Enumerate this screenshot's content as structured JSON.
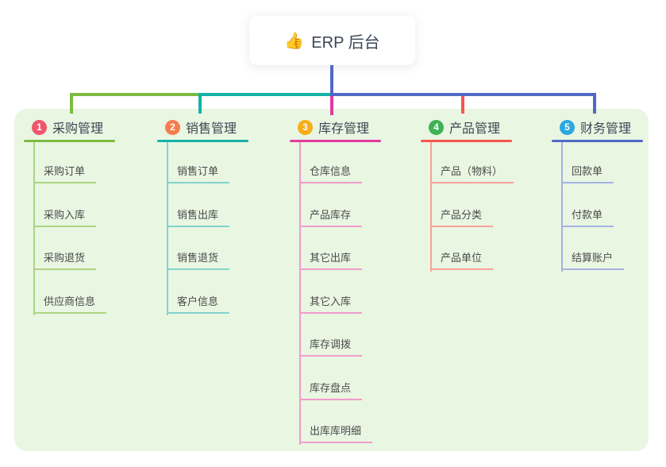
{
  "root": {
    "icon": "👍",
    "title": "ERP 后台"
  },
  "colors": {
    "page_bg": "#ffffff",
    "panel_bg": "#e9f6e2",
    "root_connector": "#5168c8",
    "title_text": "#3d4855",
    "child_text": "#4a4a4a"
  },
  "branches": [
    {
      "num": "1",
      "label": "采购管理",
      "badge_color": "#f0566c",
      "line_color": "#7dbb40",
      "child_line_color": "#acd57f",
      "children": [
        "采购订单",
        "采购入库",
        "采购退货",
        "供应商信息"
      ]
    },
    {
      "num": "2",
      "label": "销售管理",
      "badge_color": "#f67c4d",
      "line_color": "#14b3a6",
      "child_line_color": "#82d4cb",
      "children": [
        "销售订单",
        "销售出库",
        "销售退货",
        "客户信息"
      ]
    },
    {
      "num": "3",
      "label": "库存管理",
      "badge_color": "#f9ad18",
      "line_color": "#e13a9e",
      "child_line_color": "#f09ccb",
      "children": [
        "仓库信息",
        "产品库存",
        "其它出库",
        "其它入库",
        "库存调拨",
        "库存盘点",
        "出库库明细"
      ]
    },
    {
      "num": "4",
      "label": "产品管理",
      "badge_color": "#3eb356",
      "line_color": "#f5564e",
      "child_line_color": "#f9a29b",
      "children": [
        "产品（物料）",
        "产品分类",
        "产品单位"
      ]
    },
    {
      "num": "5",
      "label": "财务管理",
      "badge_color": "#2ca8e0",
      "line_color": "#5068c6",
      "child_line_color": "#a4b2e2",
      "children": [
        "回款单",
        "付款单",
        "结算账户"
      ]
    }
  ]
}
